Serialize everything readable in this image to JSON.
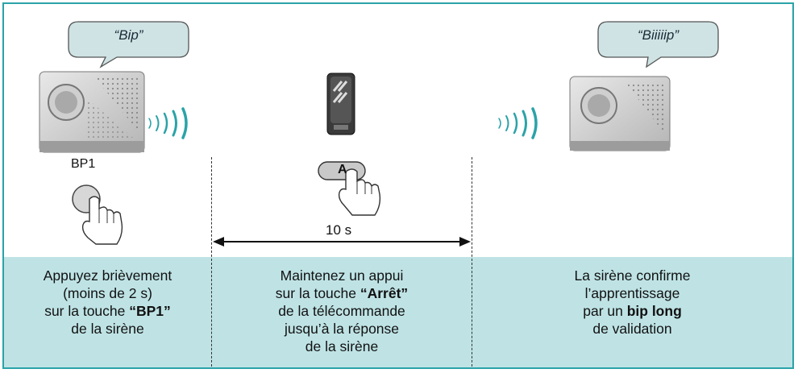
{
  "bubbles": {
    "left": "“Bip”",
    "right": "“Biiiiip”"
  },
  "labels": {
    "bp1": "BP1",
    "key_a": "A",
    "duration": "10 s"
  },
  "captions": {
    "left": {
      "l1": "Appuyez brièvement",
      "l2": "(moins de 2 s)",
      "l3_pre": "sur la touche ",
      "l3_bold": "“BP1”",
      "l4": "de la sirène"
    },
    "middle": {
      "l1": "Maintenez un appui",
      "l2_pre": "sur la touche ",
      "l2_bold": "“Arrêt”",
      "l3": "de la télécommande",
      "l4": "jusqu’à la réponse",
      "l5": "de la sirène"
    },
    "right": {
      "l1": "La sirène confirme",
      "l2": "l’apprentissage",
      "l3_pre": "par un ",
      "l3_bold": "bip long",
      "l4": "de validation"
    }
  },
  "colors": {
    "border": "#2aa3a8",
    "band": "#bfe3e5",
    "waves": "#2aa3a8",
    "bubble_fill": "#cfe3e4"
  }
}
